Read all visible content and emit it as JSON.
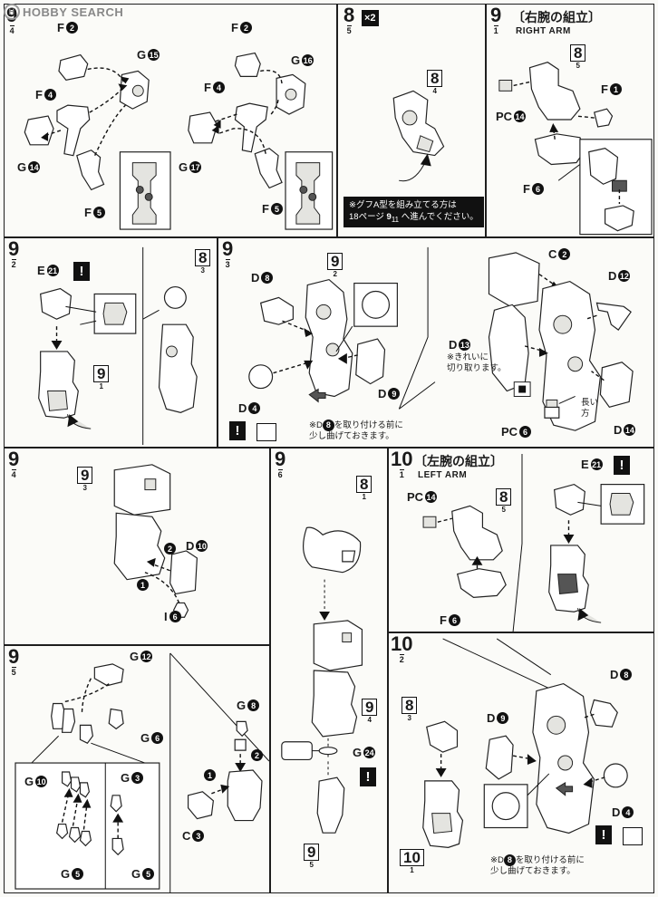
{
  "watermark": "HOBBY SEARCH",
  "p1": {
    "num": "9",
    "sub": "4",
    "labels": {
      "f2a": "F",
      "f2an": "2",
      "ga": "G",
      "gan": "15",
      "f4a": "F",
      "f4an": "4",
      "g14": "G",
      "g14n": "14",
      "f5a": "F",
      "f5an": "5",
      "f2b": "F",
      "f2bn": "2",
      "gb": "G",
      "gbn": "16",
      "f4b": "F",
      "f4bn": "4",
      "g17": "G",
      "g17n": "17",
      "f5b": "F",
      "f5bn": "5"
    }
  },
  "p2": {
    "num": "8",
    "sub": "5",
    "x2": "×2",
    "mini_num": "8",
    "mini_sub": "4",
    "note1": "※グフA型を組み立てる方は",
    "note2a": "18ページ",
    "note2n": "9",
    "note2s": "11",
    "note2b": "へ進んでください。"
  },
  "p3": {
    "num": "9",
    "sub": "1",
    "title": "〔右腕の組立〕",
    "en": "RIGHT ARM",
    "mini_num": "8",
    "mini_sub": "5",
    "f1": "F",
    "f1n": "1",
    "pc14": "PC",
    "pc14n": "14",
    "f6": "F",
    "f6n": "6"
  },
  "p4": {
    "num": "9",
    "sub": "2",
    "e21": "E",
    "e21n": "21",
    "bang": "!",
    "mini_a_num": "9",
    "mini_a_sub": "1",
    "mini_b_num": "8",
    "mini_b_sub": "3"
  },
  "p5": {
    "num": "9",
    "sub": "3",
    "mini_num": "9",
    "mini_sub": "2",
    "d8": "D",
    "d8n": "8",
    "d4": "D",
    "d4n": "4",
    "d9": "D",
    "d9n": "9",
    "bang": "!",
    "note1": "※D",
    "note1n": "8",
    "note1b": "を取り付ける前に",
    "note2": "少し曲げておきます。"
  },
  "p6": {
    "c2": "C",
    "c2n": "2",
    "d12": "D",
    "d12n": "12",
    "d13": "D",
    "d13n": "13",
    "note_a": "※きれいに",
    "note_b": "切り取ります。",
    "long1": "長い",
    "long2": "方",
    "pc6": "PC",
    "pc6n": "6",
    "d14": "D",
    "d14n": "14"
  },
  "p7": {
    "num": "9",
    "sub": "4",
    "mini_num": "9",
    "mini_sub": "3",
    "d10": "D",
    "d10n": "10",
    "i6": "I",
    "i6n": "6",
    "s1": "1",
    "s2": "2"
  },
  "p8": {
    "num": "9",
    "sub": "6",
    "mini_a_num": "8",
    "mini_a_sub": "1",
    "mini_b_num": "9",
    "mini_b_sub": "4",
    "g24": "G",
    "g24n": "24",
    "bang": "!",
    "mini_c_num": "9",
    "mini_c_sub": "5"
  },
  "p9": {
    "num": "10",
    "sub": "1",
    "title": "〔左腕の組立〕",
    "en": "LEFT ARM",
    "pc14": "PC",
    "pc14n": "14",
    "mini_num": "8",
    "mini_sub": "5",
    "e21": "E",
    "e21n": "21",
    "bang": "!",
    "f6": "F",
    "f6n": "6"
  },
  "p10": {
    "num": "9",
    "sub": "5",
    "g12": "G",
    "g12n": "12",
    "g6": "G",
    "g6n": "6",
    "g10": "G",
    "g10n": "10",
    "g3": "G",
    "g3n": "3",
    "g5a": "G",
    "g5an": "5",
    "g5b": "G",
    "g5bn": "5",
    "g8": "G",
    "g8n": "8",
    "c3": "C",
    "c3n": "3",
    "s1": "1",
    "s2": "2"
  },
  "p11": {
    "num": "10",
    "sub": "2",
    "mini_a_num": "8",
    "mini_a_sub": "3",
    "d8": "D",
    "d8n": "8",
    "d9": "D",
    "d9n": "9",
    "d4": "D",
    "d4n": "4",
    "bang": "!",
    "mini_b_num": "10",
    "mini_b_sub": "1",
    "note1": "※D",
    "note1n": "8",
    "note1b": "を取り付ける前に",
    "note2": "少し曲げておきます。"
  }
}
